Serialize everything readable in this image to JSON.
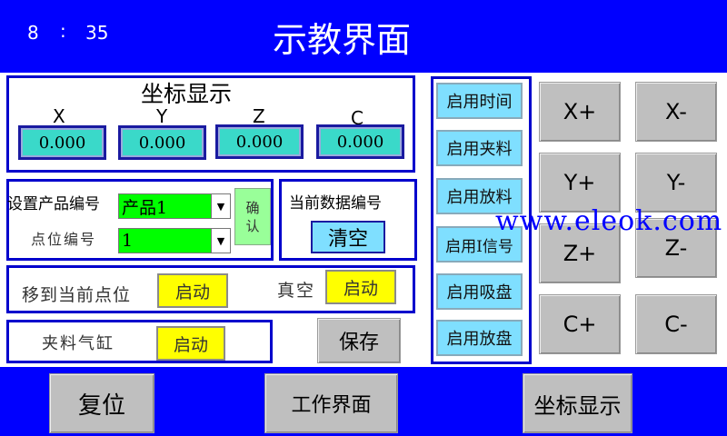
{
  "header": {
    "clock_hour": "8",
    "clock_sep": ":",
    "clock_min": "35",
    "title": "示教界面"
  },
  "coords": {
    "title": "坐标显示",
    "axes": [
      {
        "label": "X",
        "value": "0.000"
      },
      {
        "label": "Y",
        "value": "0.000"
      },
      {
        "label": "Z",
        "value": "0.000"
      },
      {
        "label": "C",
        "value": "0.000"
      }
    ]
  },
  "product": {
    "set_label": "设置产品编号",
    "set_value": "产品1",
    "point_label": "点位编号",
    "point_value": "1",
    "confirm_top": "确",
    "confirm_bottom": "认"
  },
  "data_number": {
    "label": "当前数据编号",
    "clear": "清空"
  },
  "move": {
    "label": "移到当前点位",
    "start": "启动",
    "vacuum_label": "真空",
    "vacuum_start": "启动"
  },
  "cylinder": {
    "label": "夹料气缸",
    "start": "启动",
    "save": "保存"
  },
  "enable": {
    "items": [
      "启用时间",
      "启用夹料",
      "启用放料",
      "启用I信号",
      "启用吸盘",
      "启用放盘"
    ]
  },
  "jog": {
    "x_plus": "X+",
    "x_minus": "X-",
    "y_plus": "Y+",
    "y_minus": "Y-",
    "z_plus": "Z+",
    "z_minus": "Z-",
    "c_plus": "C+",
    "c_minus": "C-"
  },
  "watermark": "www.eleok.com",
  "footer": {
    "reset": "复位",
    "work": "工作界面",
    "coord": "坐标显示"
  },
  "colors": {
    "header_bg": "#0000ff",
    "panel_border": "#0000cc",
    "value_bg": "#3ad9c9",
    "start_bg": "#ffff00",
    "enable_bg": "#7fdfff",
    "select_bg": "#00ff00"
  }
}
